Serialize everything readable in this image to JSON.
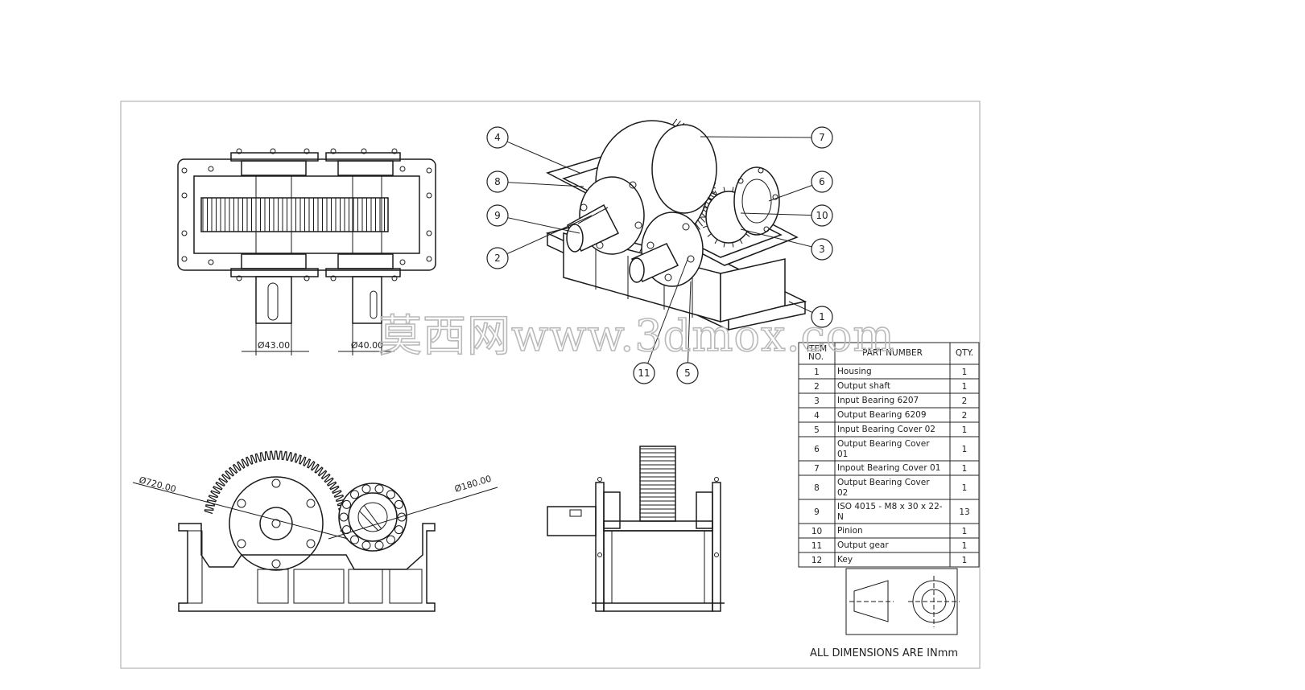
{
  "dimensions": {
    "top_left_shaft": "Ø43.00",
    "top_right_shaft": "Ø40.00",
    "gear_diameter": "Ø720.00",
    "pinion_diameter": "Ø180.00"
  },
  "balloons": [
    {
      "id": "balloon-4",
      "label": "4"
    },
    {
      "id": "balloon-8",
      "label": "8"
    },
    {
      "id": "balloon-9",
      "label": "9"
    },
    {
      "id": "balloon-2",
      "label": "2"
    },
    {
      "id": "balloon-7",
      "label": "7"
    },
    {
      "id": "balloon-6",
      "label": "6"
    },
    {
      "id": "balloon-10",
      "label": "10"
    },
    {
      "id": "balloon-3",
      "label": "3"
    },
    {
      "id": "balloon-1",
      "label": "1"
    },
    {
      "id": "balloon-11",
      "label": "11"
    },
    {
      "id": "balloon-5",
      "label": "5"
    }
  ],
  "bom": {
    "headers": {
      "item": "ITEM NO.",
      "part": "PART NUMBER",
      "qty": "QTY."
    },
    "rows": [
      {
        "no": "1",
        "part": "Housing",
        "part2": "",
        "qty": "1"
      },
      {
        "no": "2",
        "part": "Output shaft",
        "part2": "",
        "qty": "1"
      },
      {
        "no": "3",
        "part": "Input Bearing 6207",
        "part2": "",
        "qty": "2"
      },
      {
        "no": "4",
        "part": "Output Bearing 6209",
        "part2": "",
        "qty": "2"
      },
      {
        "no": "5",
        "part": "Input Bearing Cover 02",
        "part2": "",
        "qty": "1"
      },
      {
        "no": "6",
        "part": "Output Bearing Cover",
        "part2": "01",
        "qty": "1"
      },
      {
        "no": "7",
        "part": "Inpout Bearing Cover 01",
        "part2": "",
        "qty": "1"
      },
      {
        "no": "8",
        "part": "Output Bearing Cover",
        "part2": "02",
        "qty": "1"
      },
      {
        "no": "9",
        "part": "ISO 4015 - M8 x 30 x 22-",
        "part2": "N",
        "qty": "13"
      },
      {
        "no": "10",
        "part": "Pinion",
        "part2": "",
        "qty": "1"
      },
      {
        "no": "11",
        "part": "Output gear",
        "part2": "",
        "qty": "1"
      },
      {
        "no": "12",
        "part": "Key",
        "part2": "",
        "qty": "1"
      }
    ]
  },
  "note": "ALL DIMENSIONS ARE INmm",
  "watermark": "莫西网www.3dmox.com"
}
